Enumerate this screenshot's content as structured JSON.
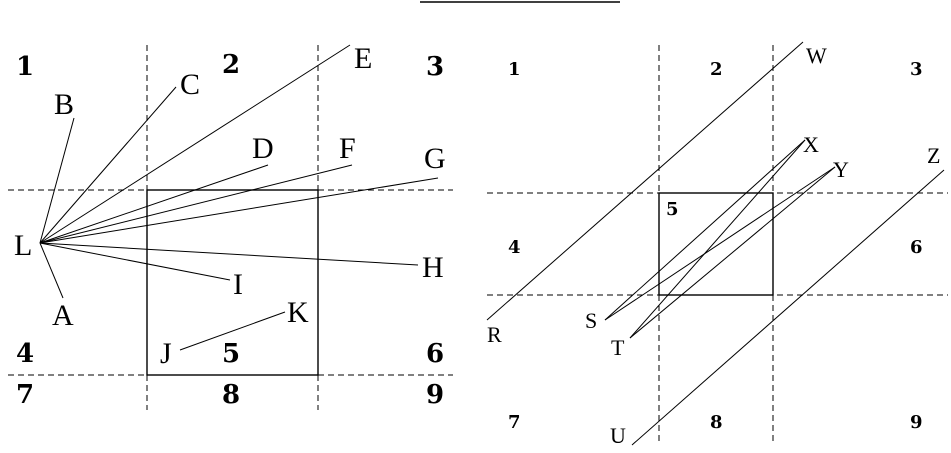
{
  "left_figure": {
    "region_numbers": [
      "1",
      "2",
      "3",
      "4",
      "5",
      "6",
      "7",
      "8",
      "9"
    ],
    "point_labels": [
      "L",
      "A",
      "B",
      "C",
      "D",
      "E",
      "F",
      "G",
      "H",
      "I",
      "J",
      "K"
    ]
  },
  "right_figure": {
    "region_numbers": [
      "1",
      "2",
      "3",
      "4",
      "5",
      "6",
      "7",
      "8",
      "9"
    ],
    "point_labels": [
      "R",
      "W",
      "X",
      "Y",
      "Z",
      "S",
      "T",
      "U"
    ]
  }
}
